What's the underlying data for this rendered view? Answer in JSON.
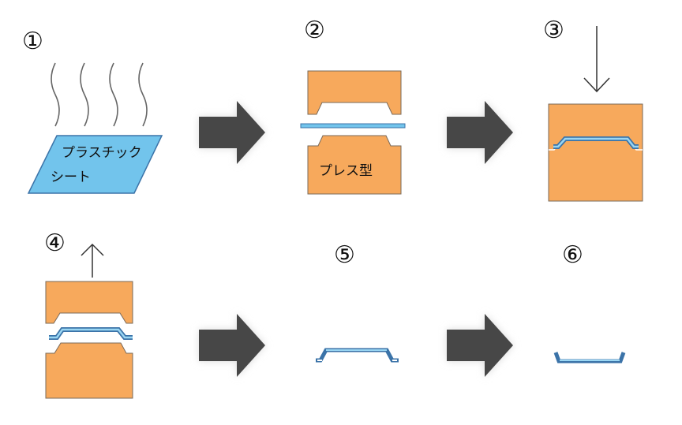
{
  "steps": [
    {
      "number": "①",
      "label_line1": "プラスチック",
      "label_line2": "シート"
    },
    {
      "number": "②",
      "label": "プレス型"
    },
    {
      "number": "③"
    },
    {
      "number": "④"
    },
    {
      "number": "⑤"
    },
    {
      "number": "⑥"
    }
  ],
  "colors": {
    "mold": "#f7a95c",
    "mold_stroke": "#7a6a5a",
    "sheet": "#72c4ec",
    "sheet_stroke": "#3b73a8",
    "arrow": "#474747",
    "arrow_glow": "#dcdcdc",
    "line": "#333333",
    "steam": "#666666"
  }
}
